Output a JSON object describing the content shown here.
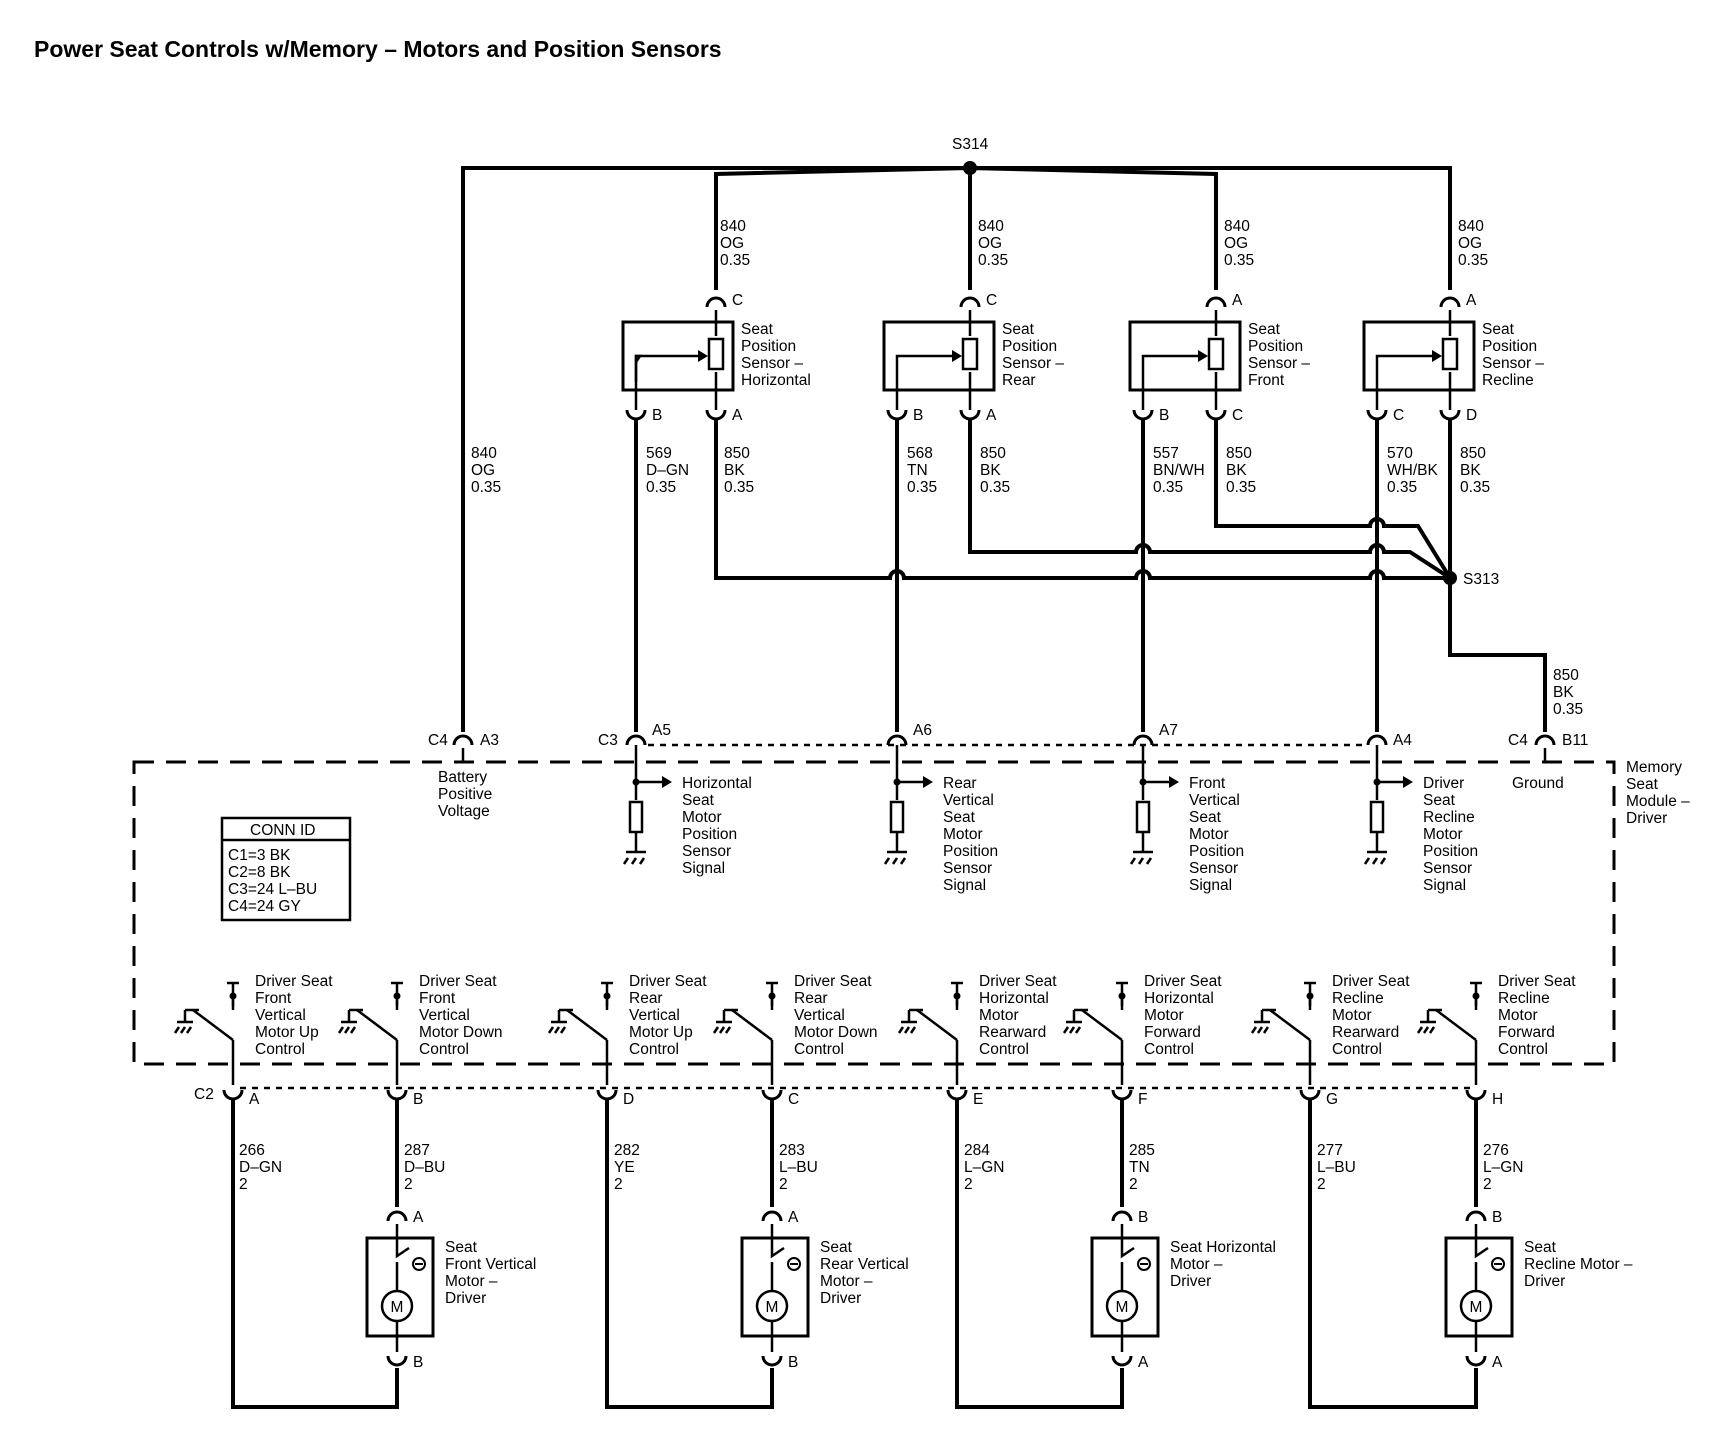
{
  "title": "Power Seat Controls w/Memory – Motors and Position Sensors",
  "splices": {
    "top": "S314",
    "ground": "S313"
  },
  "module": {
    "name": [
      "Memory",
      "Seat",
      "Module –",
      "Driver"
    ]
  },
  "conn_id": {
    "header": "CONN ID",
    "rows": [
      "C1=3 BK",
      "C2=8 BK",
      "C3=24 L–BU",
      "C4=24 GY"
    ]
  },
  "battery": {
    "conn": "C4",
    "pin": "A3",
    "wire": [
      "840",
      "OG",
      "0.35"
    ],
    "label": [
      "Battery",
      "Positive",
      "Voltage"
    ]
  },
  "ground": {
    "conn": "C4",
    "pin": "B11",
    "wire": [
      "850",
      "BK",
      "0.35"
    ],
    "label": "Ground"
  },
  "sensors": [
    {
      "name": [
        "Seat",
        "Position",
        "Sensor –",
        "Horizontal"
      ],
      "pin_top": "C",
      "pin_signal": "B",
      "pin_low": "A",
      "wire_top": [
        "840",
        "OG",
        "0.35"
      ],
      "wire_signal": [
        "569",
        "D–GN",
        "0.35"
      ],
      "wire_low": [
        "850",
        "BK",
        "0.35"
      ],
      "module_conn": "C3",
      "module_pin": "A5",
      "module_label": [
        "Horizontal",
        "Seat",
        "Motor",
        "Position",
        "Sensor",
        "Signal"
      ]
    },
    {
      "name": [
        "Seat",
        "Position",
        "Sensor –",
        "Rear"
      ],
      "pin_top": "C",
      "pin_signal": "B",
      "pin_low": "A",
      "wire_top": [
        "840",
        "OG",
        "0.35"
      ],
      "wire_signal": [
        "568",
        "TN",
        "0.35"
      ],
      "wire_low": [
        "850",
        "BK",
        "0.35"
      ],
      "module_pin": "A6",
      "module_label": [
        "Rear",
        "Vertical",
        "Seat",
        "Motor",
        "Position",
        "Sensor",
        "Signal"
      ]
    },
    {
      "name": [
        "Seat",
        "Position",
        "Sensor –",
        "Front"
      ],
      "pin_top": "A",
      "pin_signal": "B",
      "pin_low": "C",
      "wire_top": [
        "840",
        "OG",
        "0.35"
      ],
      "wire_signal": [
        "557",
        "BN/WH",
        "0.35"
      ],
      "wire_low": [
        "850",
        "BK",
        "0.35"
      ],
      "module_pin": "A7",
      "module_label": [
        "Front",
        "Vertical",
        "Seat",
        "Motor",
        "Position",
        "Sensor",
        "Signal"
      ]
    },
    {
      "name": [
        "Seat",
        "Position",
        "Sensor –",
        "Recline"
      ],
      "pin_top": "A",
      "pin_signal": "C",
      "pin_low": "D",
      "wire_top": [
        "840",
        "OG",
        "0.35"
      ],
      "wire_signal": [
        "570",
        "WH/BK",
        "0.35"
      ],
      "wire_low": [
        "850",
        "BK",
        "0.35"
      ],
      "module_pin": "A4",
      "module_label": [
        "Driver",
        "Seat",
        "Recline",
        "Motor",
        "Position",
        "Sensor",
        "Signal"
      ]
    }
  ],
  "switch_conn": "C2",
  "switches": [
    {
      "label": [
        "Driver Seat",
        "Front",
        "Vertical",
        "Motor Up",
        "Control"
      ],
      "pin": "A",
      "wire": [
        "266",
        "D–GN",
        "2"
      ]
    },
    {
      "label": [
        "Driver Seat",
        "Front",
        "Vertical",
        "Motor Down",
        "Control"
      ],
      "pin": "B",
      "wire": [
        "287",
        "D–BU",
        "2"
      ]
    },
    {
      "label": [
        "Driver Seat",
        "Rear",
        "Vertical",
        "Motor Up",
        "Control"
      ],
      "pin": "D",
      "wire": [
        "282",
        "YE",
        "2"
      ]
    },
    {
      "label": [
        "Driver Seat",
        "Rear",
        "Vertical",
        "Motor Down",
        "Control"
      ],
      "pin": "C",
      "wire": [
        "283",
        "L–BU",
        "2"
      ]
    },
    {
      "label": [
        "Driver Seat",
        "Horizontal",
        "Motor",
        "Rearward",
        "Control"
      ],
      "pin": "E",
      "wire": [
        "284",
        "L–GN",
        "2"
      ]
    },
    {
      "label": [
        "Driver Seat",
        "Horizontal",
        "Motor",
        "Forward",
        "Control"
      ],
      "pin": "F",
      "wire": [
        "285",
        "TN",
        "2"
      ]
    },
    {
      "label": [
        "Driver Seat",
        "Recline",
        "Motor",
        "Rearward",
        "Control"
      ],
      "pin": "G",
      "wire": [
        "277",
        "L–BU",
        "2"
      ]
    },
    {
      "label": [
        "Driver Seat",
        "Recline",
        "Motor",
        "Forward",
        "Control"
      ],
      "pin": "H",
      "wire": [
        "276",
        "L–GN",
        "2"
      ]
    }
  ],
  "motors": [
    {
      "name": [
        "Seat",
        "Front Vertical",
        "Motor –",
        "Driver"
      ],
      "pin_top": "A",
      "pin_bottom": "B",
      "symbol": "M"
    },
    {
      "name": [
        "Seat",
        "Rear Vertical",
        "Motor –",
        "Driver"
      ],
      "pin_top": "A",
      "pin_bottom": "B",
      "symbol": "M"
    },
    {
      "name": [
        "Seat Horizontal",
        "Motor –",
        "Driver"
      ],
      "pin_top": "B",
      "pin_bottom": "A",
      "symbol": "M"
    },
    {
      "name": [
        "Seat",
        "Recline Motor –",
        "Driver"
      ],
      "pin_top": "B",
      "pin_bottom": "A",
      "symbol": "M"
    }
  ]
}
